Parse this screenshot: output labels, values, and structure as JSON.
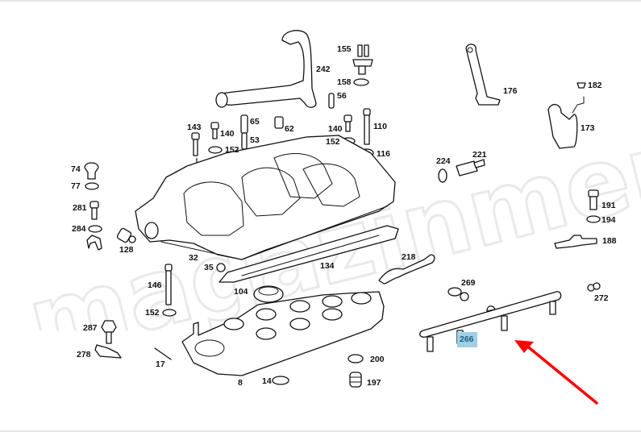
{
  "diagram": {
    "title": "Intake manifold exploded parts diagram",
    "watermark": "magazinmercedes.ru",
    "highlighted_part": "266",
    "highlight_color": "#9fd0e6",
    "arrow_color": "#ff0000",
    "labels": {
      "p242": "242",
      "p155": "155",
      "p158": "158",
      "p56": "56",
      "p143": "143",
      "p140a": "140",
      "p65": "65",
      "p62": "62",
      "p53": "53",
      "p152a": "152",
      "p140b": "140",
      "p110": "110",
      "p152b": "152",
      "p116": "116",
      "p176": "176",
      "p182": "182",
      "p173": "173",
      "p224": "224",
      "p221": "221",
      "p74": "74",
      "p77": "77",
      "p281": "281",
      "p284": "284",
      "p128": "128",
      "p32": "32",
      "p35": "35",
      "p134": "134",
      "p191": "191",
      "p194": "194",
      "p188": "188",
      "p218": "218",
      "p269": "269",
      "p272": "272",
      "p146": "146",
      "p104": "104",
      "p152c": "152",
      "p287": "287",
      "p278": "278",
      "p17": "17",
      "p8": "8",
      "p14": "14",
      "p200": "200",
      "p197": "197",
      "p266": "266"
    }
  }
}
